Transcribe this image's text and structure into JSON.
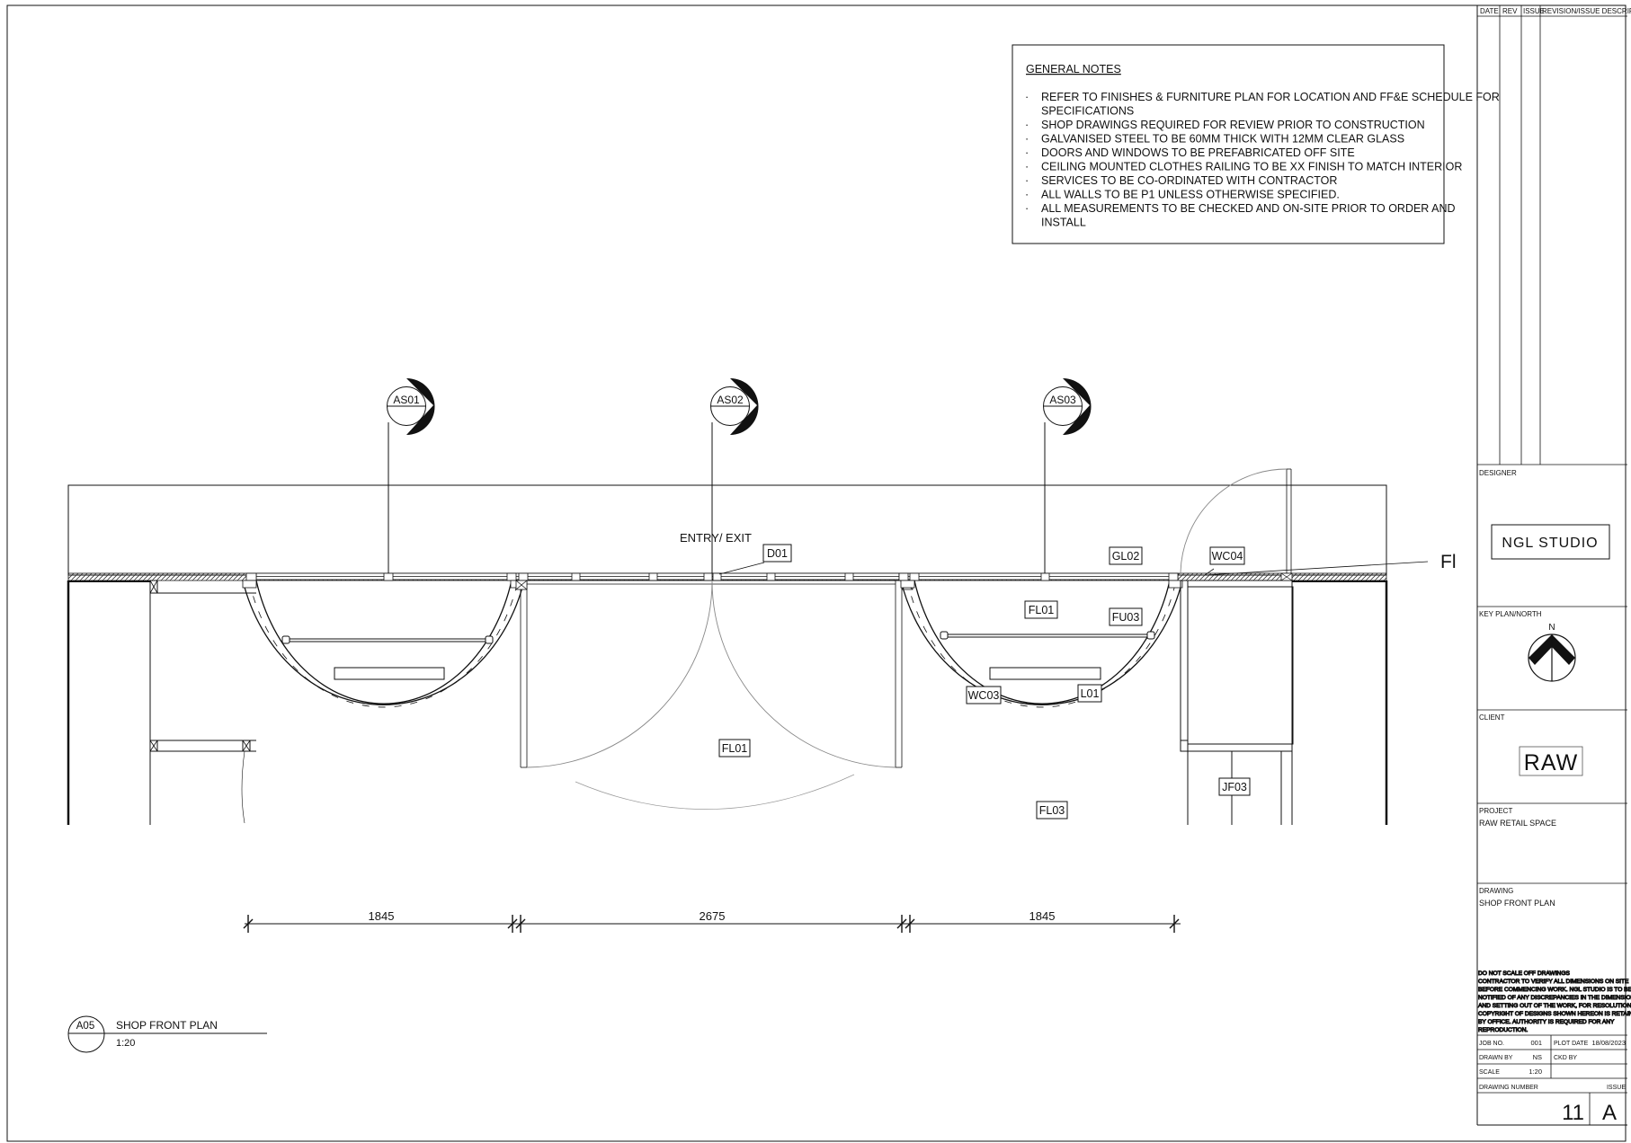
{
  "general_notes": {
    "heading": "GENERAL NOTES",
    "bullet": "·",
    "items": [
      [
        "REFER TO FINISHES & FURNITURE PLAN FOR LOCATION AND FF&E SCHEDULE FOR",
        "SPECIFICATIONS"
      ],
      [
        "SHOP DRAWINGS REQUIRED FOR REVIEW PRIOR TO CONSTRUCTION"
      ],
      [
        "GALVANISED STEEL TO BE 60MM THICK WITH 12MM CLEAR GLASS"
      ],
      [
        "DOORS AND WINDOWS TO BE PREFABRICATED OFF SITE"
      ],
      [
        "CEILING MOUNTED CLOTHES RAILING TO BE XX FINISH TO MATCH INTERIOR"
      ],
      [
        "SERVICES TO BE CO-ORDINATED WITH CONTRACTOR"
      ],
      [
        "ALL WALLS TO BE P1 UNLESS OTHERWISE SPECIFIED."
      ],
      [
        "ALL MEASUREMENTS TO BE CHECKED AND ON-SITE PRIOR TO ORDER AND",
        "INSTALL"
      ]
    ]
  },
  "section_markers": [
    "AS01",
    "AS02",
    "AS03"
  ],
  "plan": {
    "entry_label": "ENTRY/ EXIT",
    "partial_label": "Fl",
    "tags": [
      "D01",
      "GL02",
      "WC04",
      "FL01",
      "FU03",
      "WC03",
      "L01",
      "FL01",
      "FL03",
      "JF03"
    ]
  },
  "dimensions": [
    "1845",
    "2675",
    "1845"
  ],
  "drawing_title": {
    "ref": "A05",
    "title": "SHOP FRONT PLAN",
    "scale": "1:20"
  },
  "title_block": {
    "rev_headers": [
      "DATE",
      "REV",
      "ISSUE",
      "REVISION/ISSUE DESCRIPTION"
    ],
    "designer_label": "DESIGNER",
    "designer_logo": "NGL STUDIO",
    "keyplan_label": "KEY PLAN/NORTH",
    "north": "N",
    "client_label": "CLIENT",
    "client_logo": "RAW",
    "project_label": "PROJECT",
    "project": "RAW RETAIL SPACE",
    "drawing_label": "DRAWING",
    "drawing": "SHOP FRONT PLAN",
    "disclaimer": [
      "DO NOT SCALE OFF DRAWINGS",
      "CONTRACTOR TO VERIFY ALL DIMENSIONS ON SITE",
      "BEFORE COMMENCING WORK. NGL STUDIO IS TO BE",
      "NOTIFIED OF ANY DISCREPANCIES IN THE DIMENSIONS",
      "AND SETTING OUT OF THE WORK, FOR RESOLUTION.",
      "COPYRIGHT OF DESIGNS SHOWN HEREON IS RETAINED",
      "BY OFFICE. AUTHORITY IS REQUIRED FOR ANY",
      "REPRODUCTION."
    ],
    "job_no_label": "JOB NO.",
    "job_no": "001",
    "plot_date_label": "PLOT DATE",
    "plot_date": "18/08/2023",
    "drawn_by_label": "DRAWN BY",
    "drawn_by": "NS",
    "ckd_by_label": "CKD BY",
    "ckd_by": "",
    "scale_label": "SCALE",
    "scale": "1:20",
    "drawing_number_label": "DRAWING NUMBER",
    "issue_label": "ISSUE",
    "drawing_number": "11",
    "issue": "A"
  }
}
